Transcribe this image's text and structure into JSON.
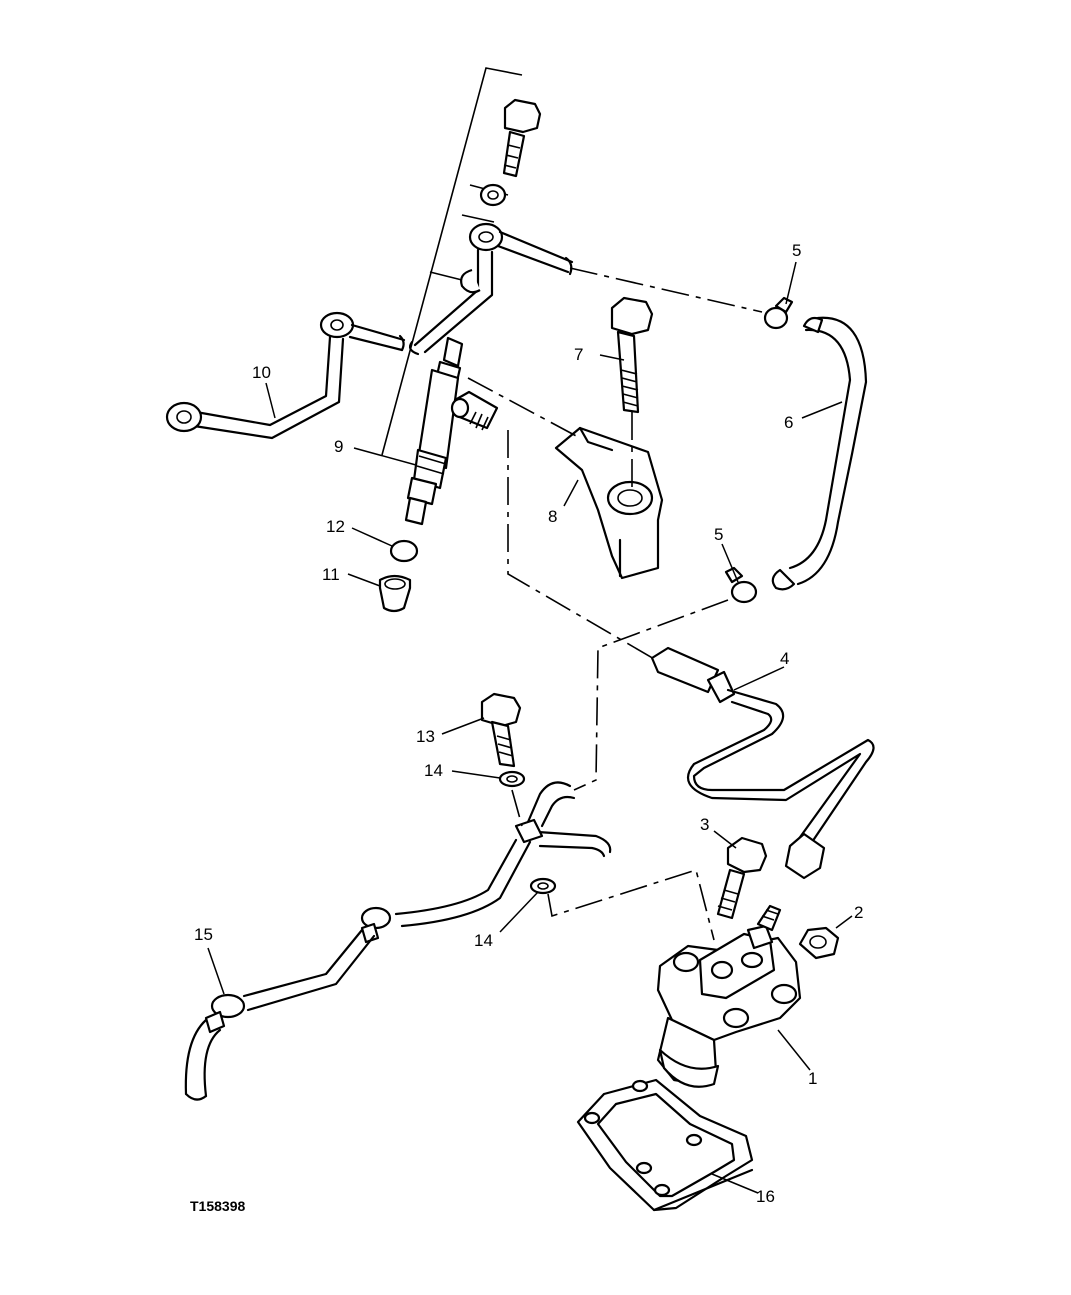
{
  "figure": {
    "id_label": "T158398"
  },
  "callouts": {
    "c1": "1",
    "c2": "2",
    "c3": "3",
    "c4": "4",
    "c5a": "5",
    "c5b": "5",
    "c6": "6",
    "c7": "7",
    "c8": "8",
    "c9": "9",
    "c10": "10",
    "c11": "11",
    "c12": "12",
    "c13": "13",
    "c14a": "14",
    "c14b": "14",
    "c15": "15",
    "c16": "16"
  },
  "colors": {
    "line": "#000000",
    "background": "#ffffff"
  }
}
